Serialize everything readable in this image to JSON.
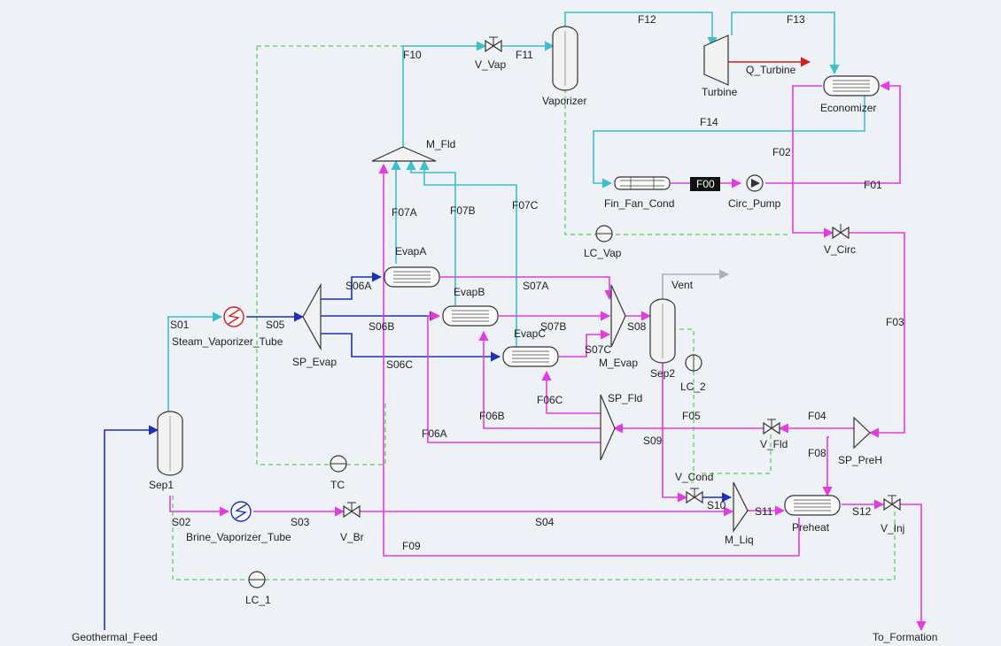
{
  "colors": {
    "vapor_stream": "#3cc0cc",
    "brine_stream": "#1a30b8",
    "fluid_stream": "#e23ce0",
    "control_signal": "#55cc55",
    "energy_stream": "#d22020",
    "vent_stream": "#aab0b8"
  },
  "units": {
    "sep1": "Sep1",
    "sep2": "Sep2",
    "vaporizer": "Vaporizer",
    "turbine": "Turbine",
    "economizer": "Economizer",
    "fin_fan_cond": "Fin_Fan_Cond",
    "circ_pump": "Circ_Pump",
    "m_fld": "M_Fld",
    "evapa": "EvapA",
    "evapb": "EvapB",
    "evapc": "EvapC",
    "sp_evap": "SP_Evap",
    "m_evap": "M_Evap",
    "sp_fld": "SP_Fld",
    "sp_preh": "SP_PreH",
    "m_liq": "M_Liq",
    "preheat": "Preheat",
    "steam_vaporizer_tube": "Steam_Vaporizer_Tube",
    "brine_vaporizer_tube": "Brine_Vaporizer_Tube",
    "v_vap": "V_Vap",
    "v_circ": "V_Circ",
    "v_fld": "V_Fld",
    "v_cond": "V_Cond",
    "v_br": "V_Br",
    "v_inj": "V_Inj"
  },
  "controllers": {
    "lc_vap": "LC_Vap",
    "lc_2": "LC_2",
    "tc": "TC",
    "lc_1": "LC_1"
  },
  "streams": {
    "s01": "S01",
    "s02": "S02",
    "s03": "S03",
    "s04": "S04",
    "s05": "S05",
    "s06a": "S06A",
    "s06b": "S06B",
    "s06c": "S06C",
    "s07a": "S07A",
    "s07b": "S07B",
    "s07c": "S07C",
    "s08": "S08",
    "s09": "S09",
    "s10": "S10",
    "s11": "S11",
    "s12": "S12",
    "f00": "F00",
    "f01": "F01",
    "f02": "F02",
    "f03": "F03",
    "f04": "F04",
    "f05": "F05",
    "f06a": "F06A",
    "f06b": "F06B",
    "f06c": "F06C",
    "f07a": "F07A",
    "f07b": "F07B",
    "f07c": "F07C",
    "f08": "F08",
    "f09": "F09",
    "f10": "F10",
    "f11": "F11",
    "f12": "F12",
    "f13": "F13",
    "f14": "F14",
    "vent": "Vent",
    "q_turbine": "Q_Turbine",
    "geothermal_feed": "Geothermal_Feed",
    "to_formation": "To_Formation"
  }
}
